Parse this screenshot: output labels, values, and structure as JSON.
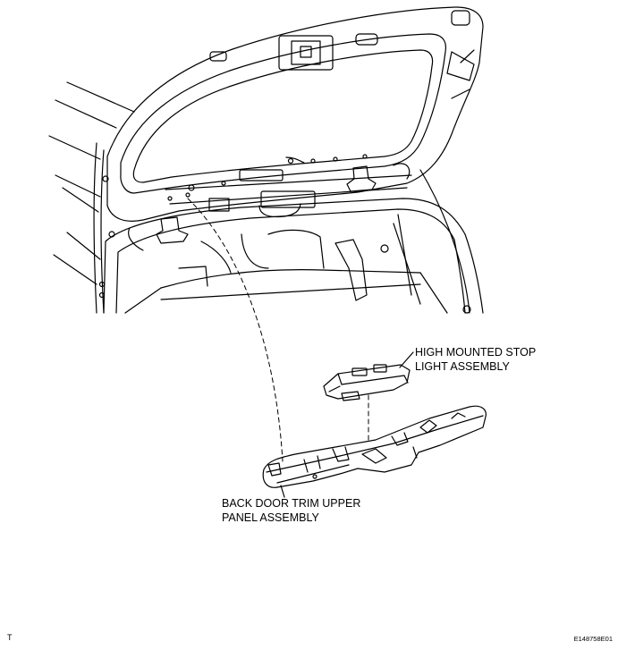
{
  "callouts": {
    "stop_light": {
      "line1": "HIGH MOUNTED STOP",
      "line2": "LIGHT ASSEMBLY"
    },
    "trim_panel": {
      "line1": "BACK DOOR TRIM UPPER",
      "line2": "PANEL ASSEMBLY"
    }
  },
  "corner_marks": {
    "left": "T",
    "right": "E148758E01"
  },
  "colors": {
    "line": "#000000",
    "background": "#ffffff"
  }
}
